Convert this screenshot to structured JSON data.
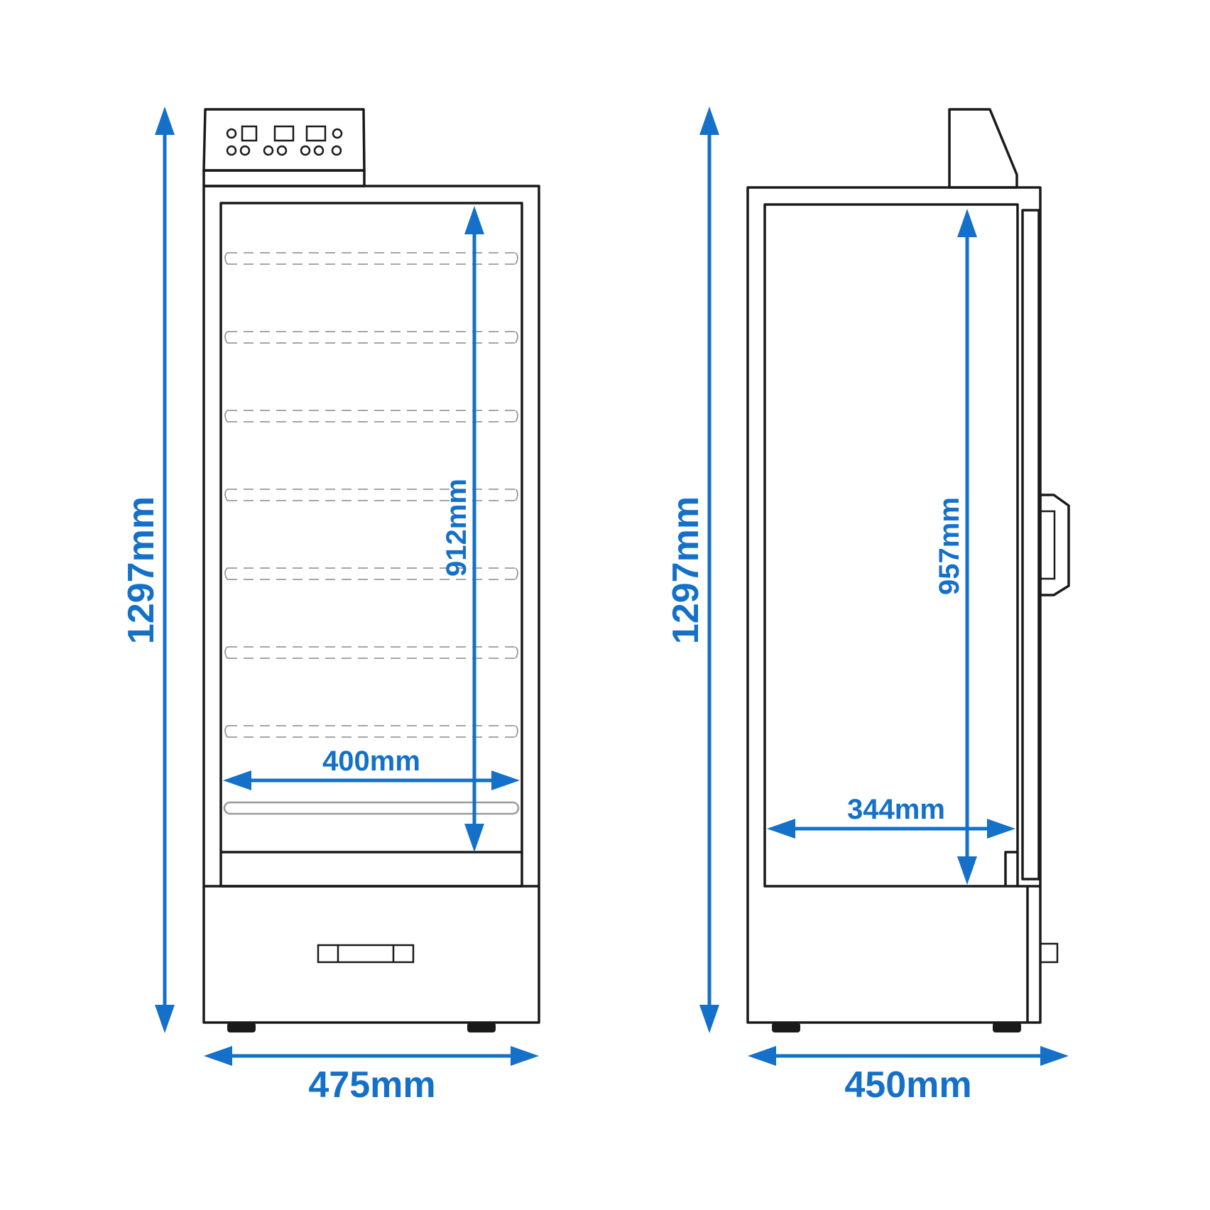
{
  "front_view": {
    "height_label": "1297mm",
    "width_label": "475mm",
    "interior_height_label": "912mm",
    "interior_width_label": "400mm"
  },
  "side_view": {
    "height_label": "1297mm",
    "depth_label": "450mm",
    "interior_height_label": "957mm",
    "interior_depth_label": "344mm"
  },
  "colors": {
    "dimension": "#1470c8",
    "outline": "#1a1a1a",
    "shelf": "#9a9a9a"
  }
}
